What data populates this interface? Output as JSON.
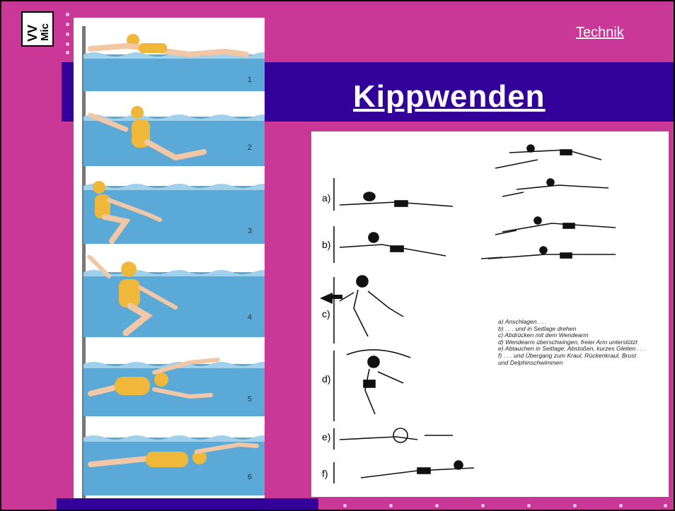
{
  "logo": {
    "text": "VV Mic",
    "line1": "VV",
    "line2": "Mic"
  },
  "header": {
    "topic_link": "Technik",
    "title": "Kippwenden"
  },
  "left_figure": {
    "frame_numbers": [
      "1",
      "2",
      "3",
      "4",
      "5",
      "6"
    ]
  },
  "right_figure": {
    "step_labels": [
      "a)",
      "b)",
      "c)",
      "d)",
      "e)",
      "f)"
    ],
    "legend": [
      "a)  Anschlagen . . .",
      "b)  . . . und in Seitlage drehen",
      "c)  Abdrücken mit dem Wendearm",
      "d)  Wendearm überschwingen, freier Arm unterstützt",
      "e)  Abtauchen in Seitlage, Abstoßen, kurzes Gleiten . . .",
      "f)  . . . und Übergang zum Kraul, Rückenkraul, Brust",
      "     und Delphinschwimmen"
    ]
  },
  "colors": {
    "background": "#c93797",
    "band": "#33009a",
    "water": "#5aa9d6",
    "swimsuit": "#f0b83a",
    "skin": "#f2c7a5"
  },
  "icons": [
    "logo-icon",
    "swimmer-illustration",
    "arrow-left-icon"
  ]
}
